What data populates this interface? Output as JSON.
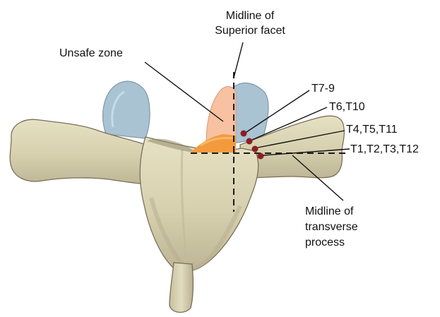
{
  "labels": {
    "superior_facet_line1": "Midline of",
    "superior_facet_line2": "Superior facet",
    "unsafe_zone": "Unsafe zone",
    "t7_9": "T7-9",
    "t6_t10": "T6,T10",
    "t4_t5_t11": "T4,T5,T11",
    "t1_t2_t3_t12": "T1,T2,T3,T12",
    "transverse_line1": "Midline of",
    "transverse_line2": "transverse",
    "transverse_line3": "process"
  },
  "colors": {
    "bone": "#dcd7b6",
    "bone_shadow": "#b9b193",
    "bone_dark": "#8f876c",
    "facet_blue": "#a9c3d3",
    "unsafe_light": "#f7c1a2",
    "unsafe_orange": "#f39a3c",
    "entry_point": "#8b1f24",
    "text": "#111111"
  }
}
